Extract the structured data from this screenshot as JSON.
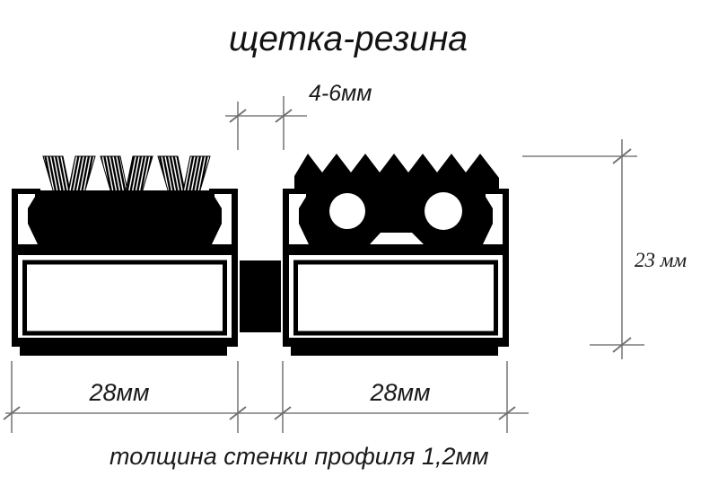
{
  "title": "щетка-резина",
  "footnote": "толщина стенки профиля 1,2мм",
  "dimensions": {
    "gap_label": "4-6мм",
    "height_label": "23 мм",
    "left_width_label": "28мм",
    "right_width_label": "28мм"
  },
  "parts": {
    "left_profile": "aluminium profile with brush insert",
    "right_profile": "aluminium profile with rubber insert",
    "connector": "flexible bridge between profiles"
  },
  "colors": {
    "ink": "#000000",
    "dimension_lines": "#7b7b7b",
    "background": "#ffffff"
  }
}
